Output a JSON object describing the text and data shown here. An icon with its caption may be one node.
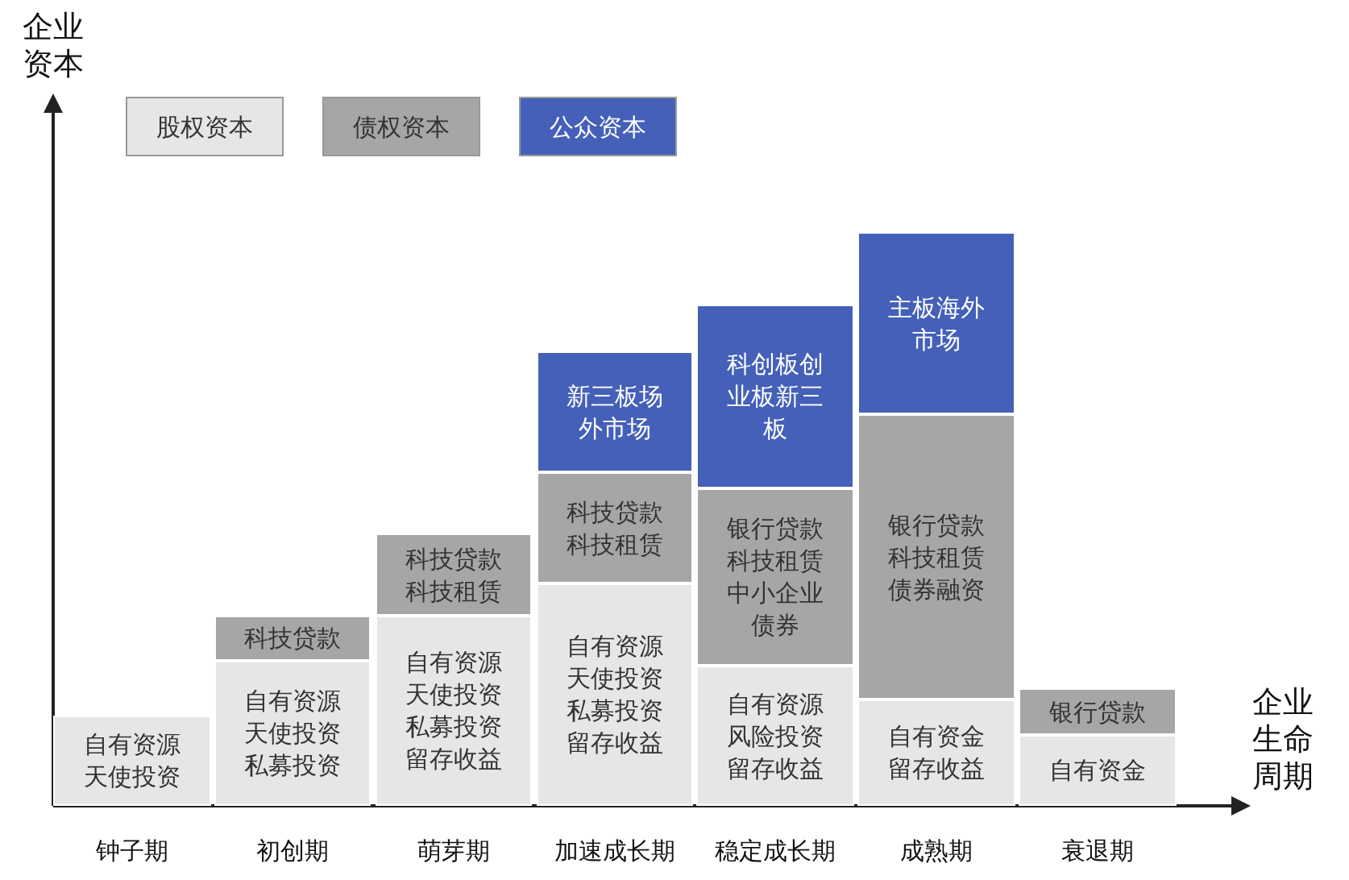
{
  "diagram": {
    "nodes": [
      {
        "text": [
          "自有资源天使投资"
        ]
      },
      {
        "text": [
          "自有资源天使投资私募投资"
        ]
      },
      {
        "text": [
          "科技贷款"
        ]
      },
      {
        "text": [
          "自有资源天使投资私募投资留存收益"
        ]
      },
      {
        "text": [
          "科技贷款科技租赁"
        ]
      },
      {
        "text": [
          "自有资源天使投资私募投资留存收益"
        ]
      },
      {
        "text": [
          "科技贷款科技租赁"
        ]
      },
      {
        "text": [
          "新三板场外市场"
        ]
      },
      {
        "text": [
          "自有资源风险投资留存收益"
        ]
      },
      {
        "text": [
          "银行贷款科技租赁中小企业债券"
        ]
      },
      {
        "text": [
          "科创板创业板新三板"
        ]
      },
      {
        "text": [
          "自有资金留存收益"
        ]
      },
      {
        "text": [
          "银行贷款科技租赁债券融资"
        ]
      },
      {
        "text": [
          "主板海外市场"
        ]
      },
      {
        "text": [
          "自有资金"
        ]
      },
      {
        "text": [
          "银行贷款"
        ]
      }
    ],
    "edges": [],
    "labels": [
      "企业资本",
      "企业生命周期",
      "钟子期",
      "初创期",
      "萌芽期",
      "加速成长期",
      "稳定成长期",
      "成熟期",
      "衰退期"
    ],
    "legend": [
      {
        "text": "股权资本",
        "color": "#e6e6e6"
      },
      {
        "text": "债权资本",
        "color": "#a6a6a6"
      },
      {
        "text": "公众资本",
        "color": "#4460b8"
      }
    ]
  }
}
